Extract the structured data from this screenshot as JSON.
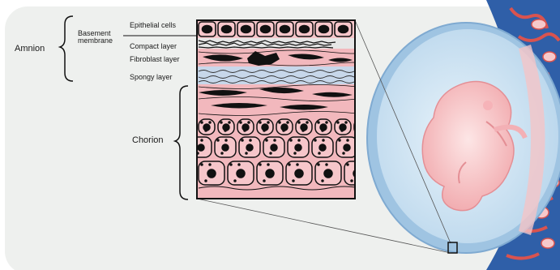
{
  "labels": {
    "amnion": "Amnion",
    "chorion": "Chorion",
    "basement_line1": "Basement",
    "basement_line2": "membrane",
    "epithelial": "Epithelial cells",
    "compact": "Compact layer",
    "fibroblast": "Fibroblast layer",
    "spongy": "Spongy layer"
  },
  "colors": {
    "background_panel": "#eef0ee",
    "tissue_pink": "#f2b8bd",
    "tissue_dark": "#0d0d0d",
    "spongy_blue": "#c7d7ea",
    "amniotic_sac": "#cfe4f3",
    "fetus_pink": "#f7c7c9",
    "placenta_blue": "#2f5fa8",
    "placenta_red": "#d9534f"
  }
}
